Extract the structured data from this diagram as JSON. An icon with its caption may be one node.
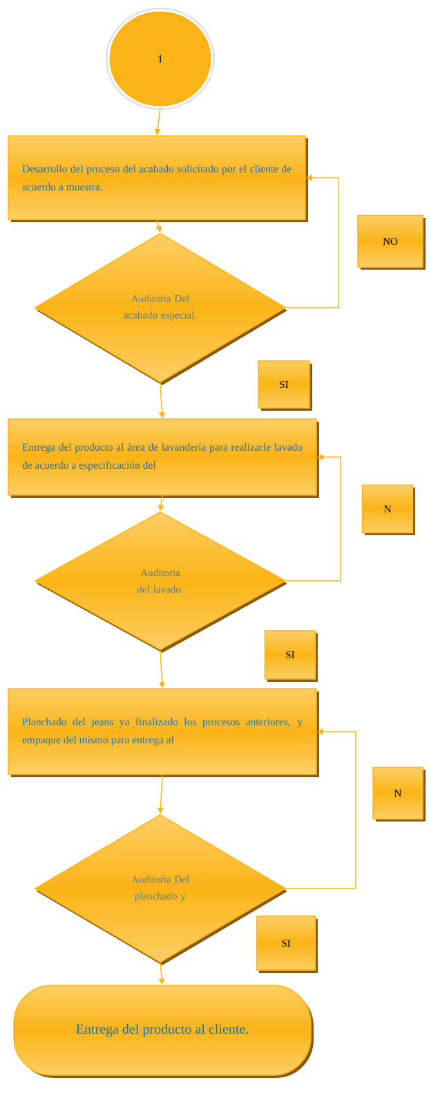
{
  "diagram": {
    "nodes": [
      {
        "text": [
          "1"
        ]
      },
      {
        "text": [
          "Desarrollo del proceso del acabado solicitado por el cliente de acuerdo a muestra."
        ]
      },
      {
        "text": [
          "NO"
        ]
      },
      {
        "text": [
          "Auditoria Del acabado especial."
        ]
      },
      {
        "text": [
          "SI"
        ]
      },
      {
        "text": [
          "Entrega del producto al área de lavandería para realizarle lavado de acuerdo a especificación del"
        ]
      },
      {
        "text": [
          "N"
        ]
      },
      {
        "text": [
          "Auditoria del lavado."
        ]
      },
      {
        "text": [
          "SI"
        ]
      },
      {
        "text": [
          "Planchado del jeans ya finalizado los procesos anteriores, y empaque del mismo para entrega al"
        ]
      },
      {
        "text": [
          "N"
        ]
      },
      {
        "text": [
          "Auditoria Del planchado y"
        ]
      },
      {
        "text": [
          "SI"
        ]
      },
      {
        "text": [
          "Entrega del producto al cliente."
        ]
      }
    ],
    "edges": [
      {
        "from": 0,
        "to": 1,
        "arrow": "to"
      },
      {
        "from": 1,
        "to": 3,
        "arrow": "to"
      },
      {
        "from": 3,
        "to": 1,
        "arrow": "to"
      },
      {
        "from": 3,
        "to": 5,
        "arrow": "to"
      },
      {
        "from": 5,
        "to": 7,
        "arrow": "to"
      },
      {
        "from": 7,
        "to": 5,
        "arrow": "to"
      },
      {
        "from": 7,
        "to": 9,
        "arrow": "to"
      },
      {
        "from": 9,
        "to": 11,
        "arrow": "to"
      },
      {
        "from": 11,
        "to": 9,
        "arrow": "to"
      },
      {
        "from": 11,
        "to": 13,
        "arrow": "to"
      }
    ]
  }
}
